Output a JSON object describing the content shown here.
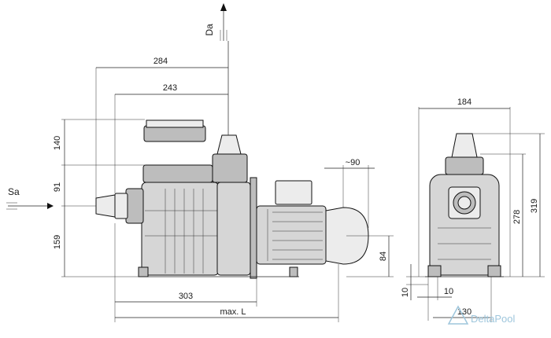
{
  "dimensions": {
    "d284": "284",
    "d243": "243",
    "d140": "140",
    "d91": "91",
    "d159": "159",
    "d90": "~90",
    "d84": "84",
    "d303": "303",
    "max_l": "max. L",
    "d184": "184",
    "d278": "278",
    "d319": "319",
    "d10_v": "10",
    "d10_h": "10",
    "d130": "130"
  },
  "labels": {
    "suction": "Sa",
    "discharge": "Da"
  },
  "watermark": {
    "text": "DeltaPool",
    "color": "#9ec6dc"
  }
}
